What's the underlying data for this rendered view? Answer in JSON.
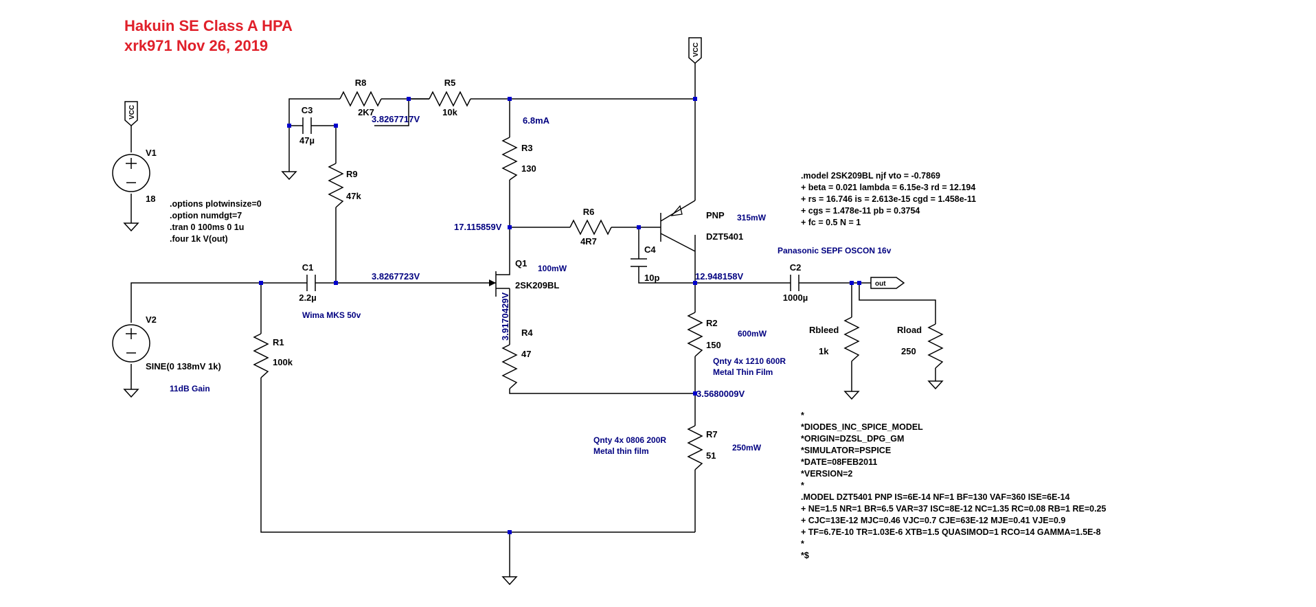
{
  "title": {
    "line1": "Hakuin SE Class A HPA",
    "line2": "xrk971    Nov 26, 2019"
  },
  "colors": {
    "title": "#e0202a",
    "net_label": "#000080",
    "junction": "#0000cc",
    "wire": "#000000"
  },
  "components": {
    "r8": {
      "name": "R8",
      "value": "2K7"
    },
    "r5": {
      "name": "R5",
      "value": "10k"
    },
    "c3": {
      "name": "C3",
      "value": "47µ"
    },
    "r9": {
      "name": "R9",
      "value": "47k"
    },
    "v1": {
      "name": "V1",
      "value": "18"
    },
    "r3": {
      "name": "R3",
      "value": "130"
    },
    "r6": {
      "name": "R6",
      "value": "4R7"
    },
    "c4": {
      "name": "C4",
      "value": "10p"
    },
    "q1": {
      "name": "Q1",
      "value": "2SK209BL"
    },
    "q2": {
      "type": "PNP",
      "value": "DZT5401"
    },
    "c1": {
      "name": "C1",
      "value": "2.2µ"
    },
    "v2": {
      "name": "V2",
      "value": "SINE(0 138mV 1k)"
    },
    "r1": {
      "name": "R1",
      "value": "100k"
    },
    "r4": {
      "name": "R4",
      "value": "47"
    },
    "c2": {
      "name": "C2",
      "value": "1000µ"
    },
    "r2": {
      "name": "R2",
      "value": "150"
    },
    "rbleed": {
      "name": "Rbleed",
      "value": "1k"
    },
    "rload": {
      "name": "Rload",
      "value": "250"
    },
    "r7": {
      "name": "R7",
      "value": "51"
    }
  },
  "flags": {
    "vcc": "VCC",
    "out": "out"
  },
  "net_labels": {
    "n1": "3.8267717V",
    "n2": "6.8mA",
    "n3": "17.115859V",
    "n4": "3.8267723V",
    "n5": "3.9170429V",
    "n6": "12.948158V",
    "n7": "3.5680009V"
  },
  "notes": {
    "q1_power": "100mW",
    "q2_power": "315mW",
    "c1_type": "Wima MKS 50v",
    "gain": "11dB Gain",
    "c2_type": "Panasonic SEPF OSCON 16v",
    "r2_power": "600mW",
    "r2_type_1": "Qnty 4x 1210 600R",
    "r2_type_2": "Metal Thin Film",
    "r7_type_1": "Qnty 4x 0806 200R",
    "r7_type_2": "Metal thin film",
    "r7_power": "250mW"
  },
  "directives": {
    "options": [
      ".options plotwinsize=0",
      ".option numdgt=7",
      ".tran 0 100ms 0 1u",
      ".four 1k V(out)"
    ],
    "jfet_model": [
      ".model 2SK209BL njf vto = -0.7869",
      "+ beta = 0.021 lambda = 6.15e-3 rd = 12.194",
      "+ rs = 16.746 is = 2.613e-15 cgd = 1.458e-11",
      "+ cgs = 1.478e-11 pb = 0.3754",
      "+ fc = 0.5 N = 1"
    ],
    "bjt_model": [
      "*",
      "*DIODES_INC_SPICE_MODEL",
      "*ORIGIN=DZSL_DPG_GM",
      "*SIMULATOR=PSPICE",
      "*DATE=08FEB2011",
      "*VERSION=2",
      "*",
      ".MODEL DZT5401 PNP IS=6E-14 NF=1 BF=130 VAF=360 ISE=6E-14",
      "+ NE=1.5 NR=1 BR=6.5 VAR=37 ISC=8E-12 NC=1.35 RC=0.08 RB=1 RE=0.25",
      "+ CJC=13E-12 MJC=0.46  VJC=0.7 CJE=63E-12 MJE=0.41 VJE=0.9",
      "+ TF=6.7E-10 TR=1.03E-6 XTB=1.5 QUASIMOD=1 RCO=14 GAMMA=1.5E-8",
      "*",
      "*$"
    ]
  }
}
